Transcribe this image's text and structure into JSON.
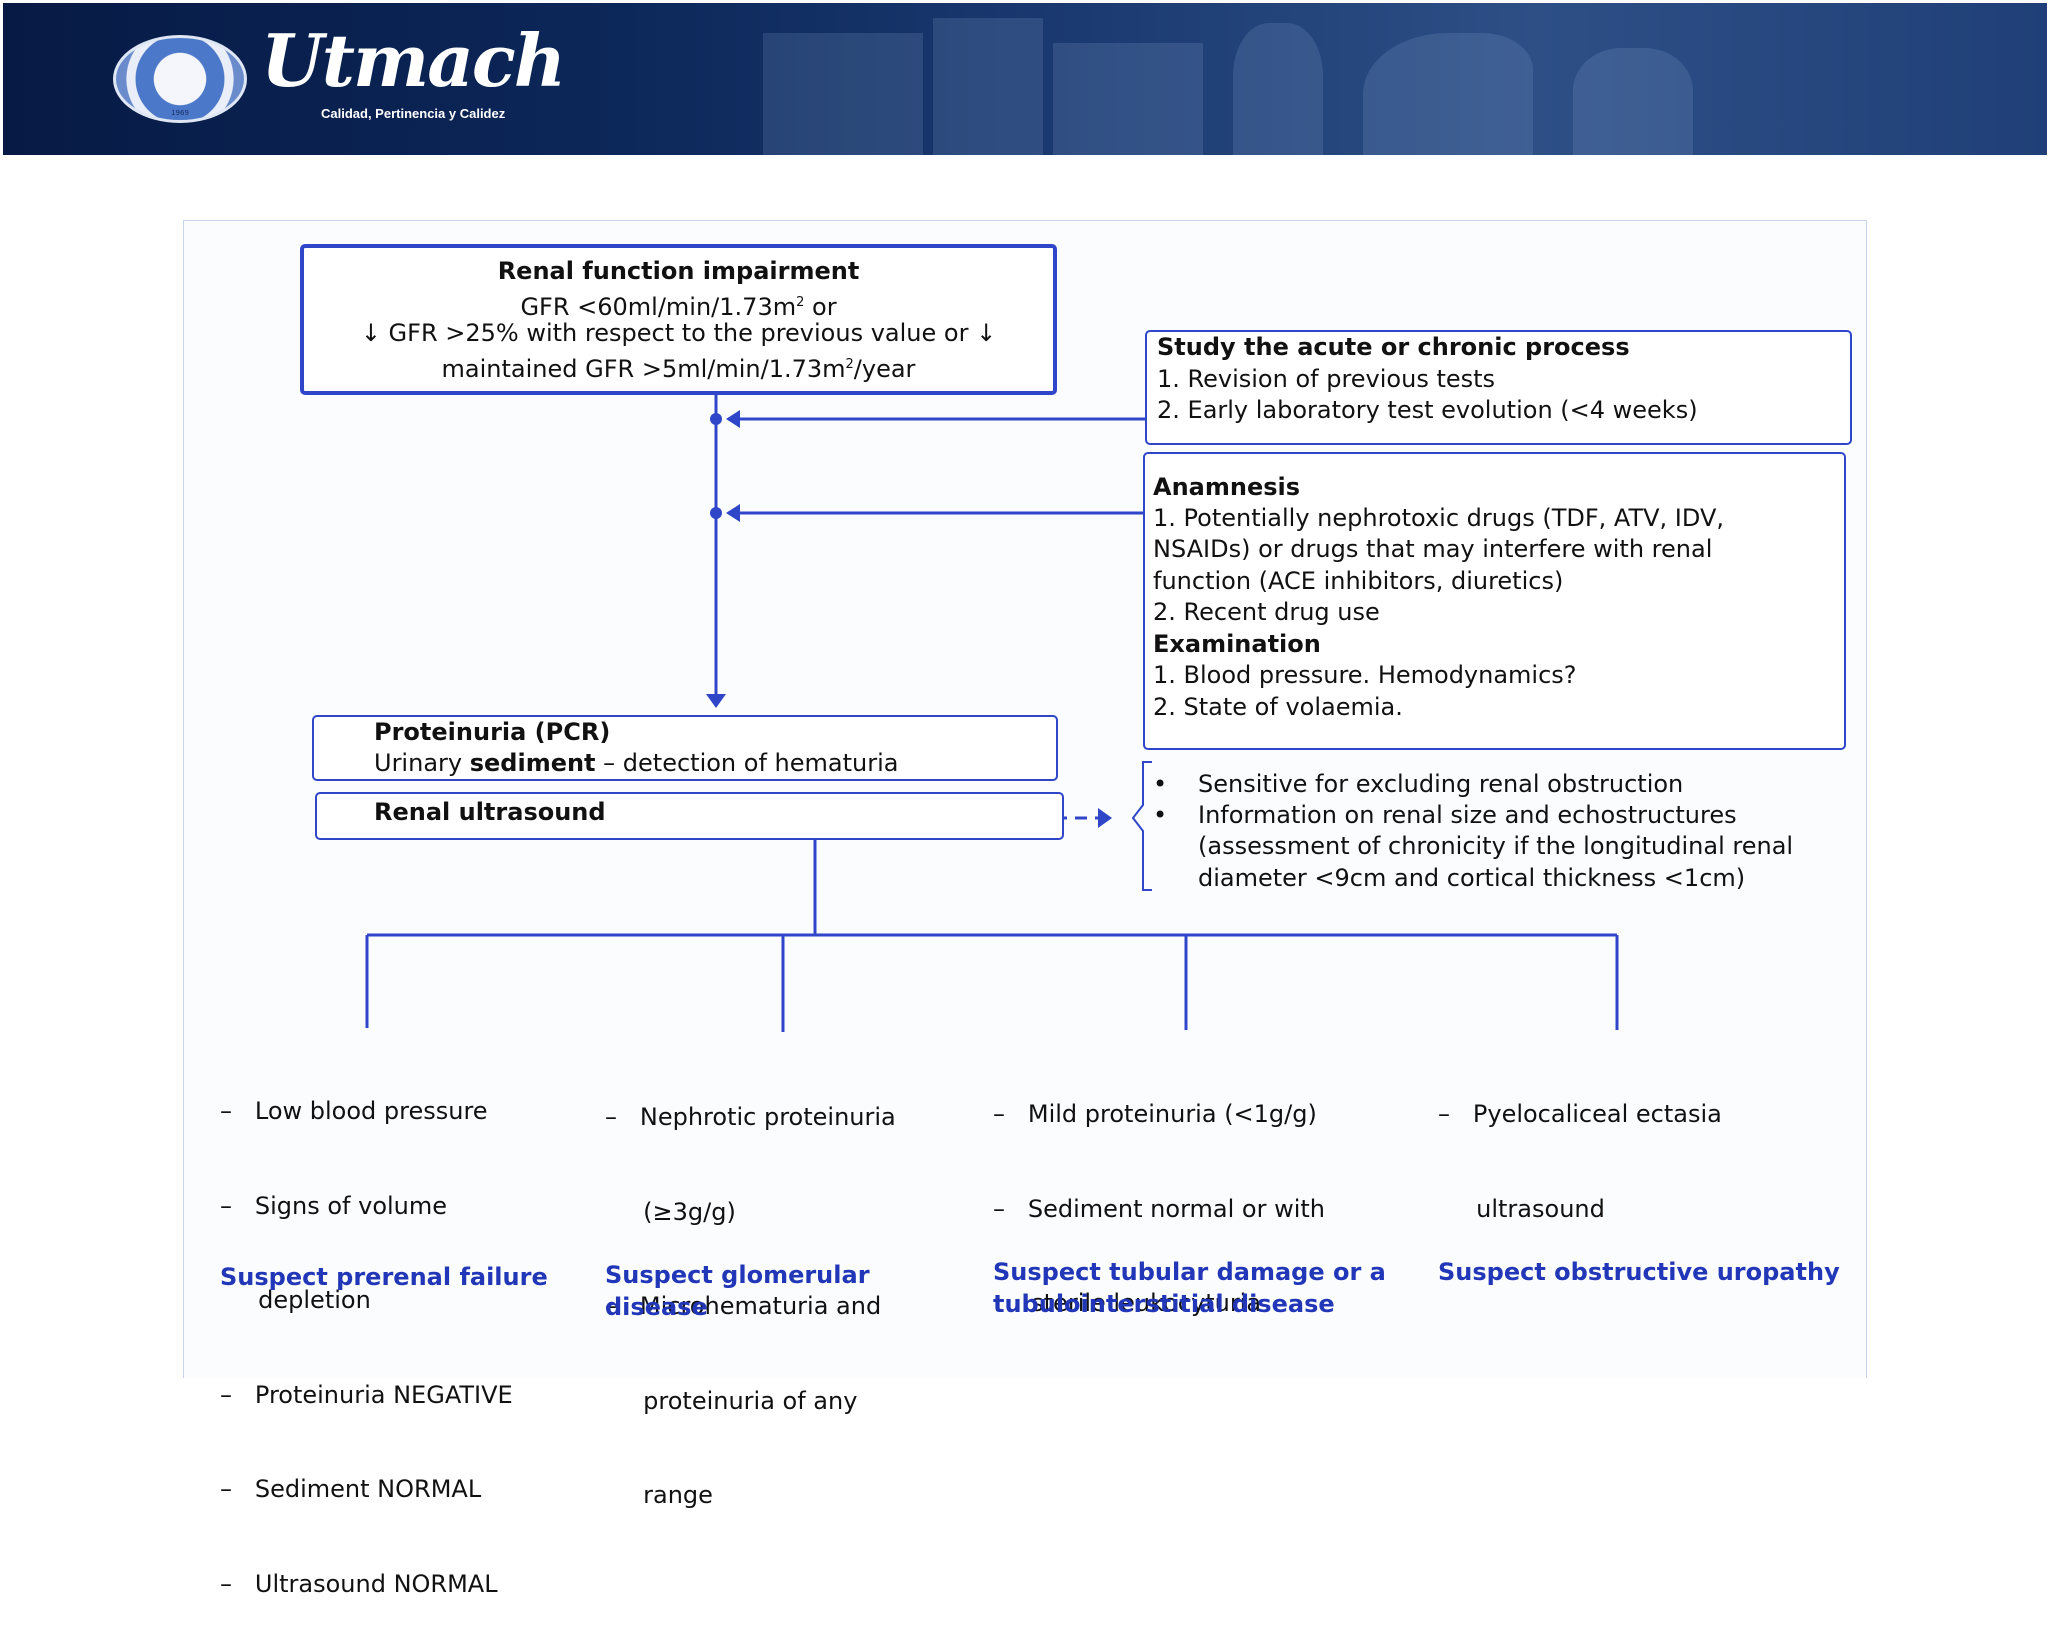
{
  "header": {
    "wordmark": "Utmach",
    "tagline": "Calidad, Pertinencia y Calidez",
    "seal_year": "1969"
  },
  "flowchart": {
    "renal_impairment": {
      "title": "Renal function impairment",
      "line1_prefix": "GFR <60ml/min/1.73m",
      "line1_sup": "2",
      "line1_suffix": " or",
      "line2": "↓ GFR >25% with respect to the previous value or ↓",
      "line3_prefix": "maintained GFR >5ml/min/1.73m",
      "line3_sup": "2",
      "line3_suffix": "/year"
    },
    "study_process": {
      "title": "Study the acute or chronic process",
      "items": [
        "1. Revision of previous tests",
        "2. Early laboratory test evolution (<4 weeks)"
      ]
    },
    "anamnesis": {
      "title": "Anamnesis",
      "lines": [
        "1. Potentially nephrotoxic drugs (TDF, ATV, IDV,",
        "NSAIDs) or drugs that may interfere with renal",
        "function (ACE inhibitors, diuretics)",
        "2. Recent drug use"
      ],
      "exam_title": "Examination",
      "exam_lines": [
        "1. Blood pressure. Hemodynamics?",
        "2. State of volaemia."
      ]
    },
    "proteinuria": {
      "title": "Proteinuria (PCR)",
      "line_prefix": "Urinary ",
      "line_bold": "sediment",
      "line_suffix": " – detection of hematuria"
    },
    "ultrasound": {
      "label": "Renal ultrasound",
      "bullets": [
        "Sensitive for excluding renal obstruction",
        "Information on renal size and echostructures"
      ],
      "continuation": [
        "(assessment of chronicity if the longitudinal renal",
        "diameter <9cm and cortical thickness <1cm)"
      ]
    },
    "columns": [
      {
        "lines": [
          "–   Low blood pressure",
          "–   Signs of volume",
          "     depletion",
          "–   Proteinuria NEGATIVE",
          "–   Sediment NORMAL",
          "–   Ultrasound NORMAL"
        ],
        "conclusion": [
          "Suspect prerenal failure"
        ]
      },
      {
        "lines": [
          "–   Nephrotic proteinuria",
          "     (≥3g/g)",
          "–   Microhematuria and",
          "     proteinuria of any",
          "     range"
        ],
        "conclusion": [
          "Suspect glomerular",
          "disease"
        ]
      },
      {
        "lines": [
          "–   Mild proteinuria (<1g/g)",
          "–   Sediment normal or with",
          "     sterile leukocyturia"
        ],
        "conclusion": [
          "Suspect tubular damage or a",
          "tubulointerstitial disease"
        ]
      },
      {
        "lines": [
          "–   Pyelocaliceal ectasia",
          "     ultrasound"
        ],
        "conclusion": [
          "Suspect obstructive uropathy"
        ]
      }
    ],
    "colors": {
      "line": "#2f46c9",
      "conclusion": "#2137b8",
      "banner": "#0c2759"
    }
  }
}
